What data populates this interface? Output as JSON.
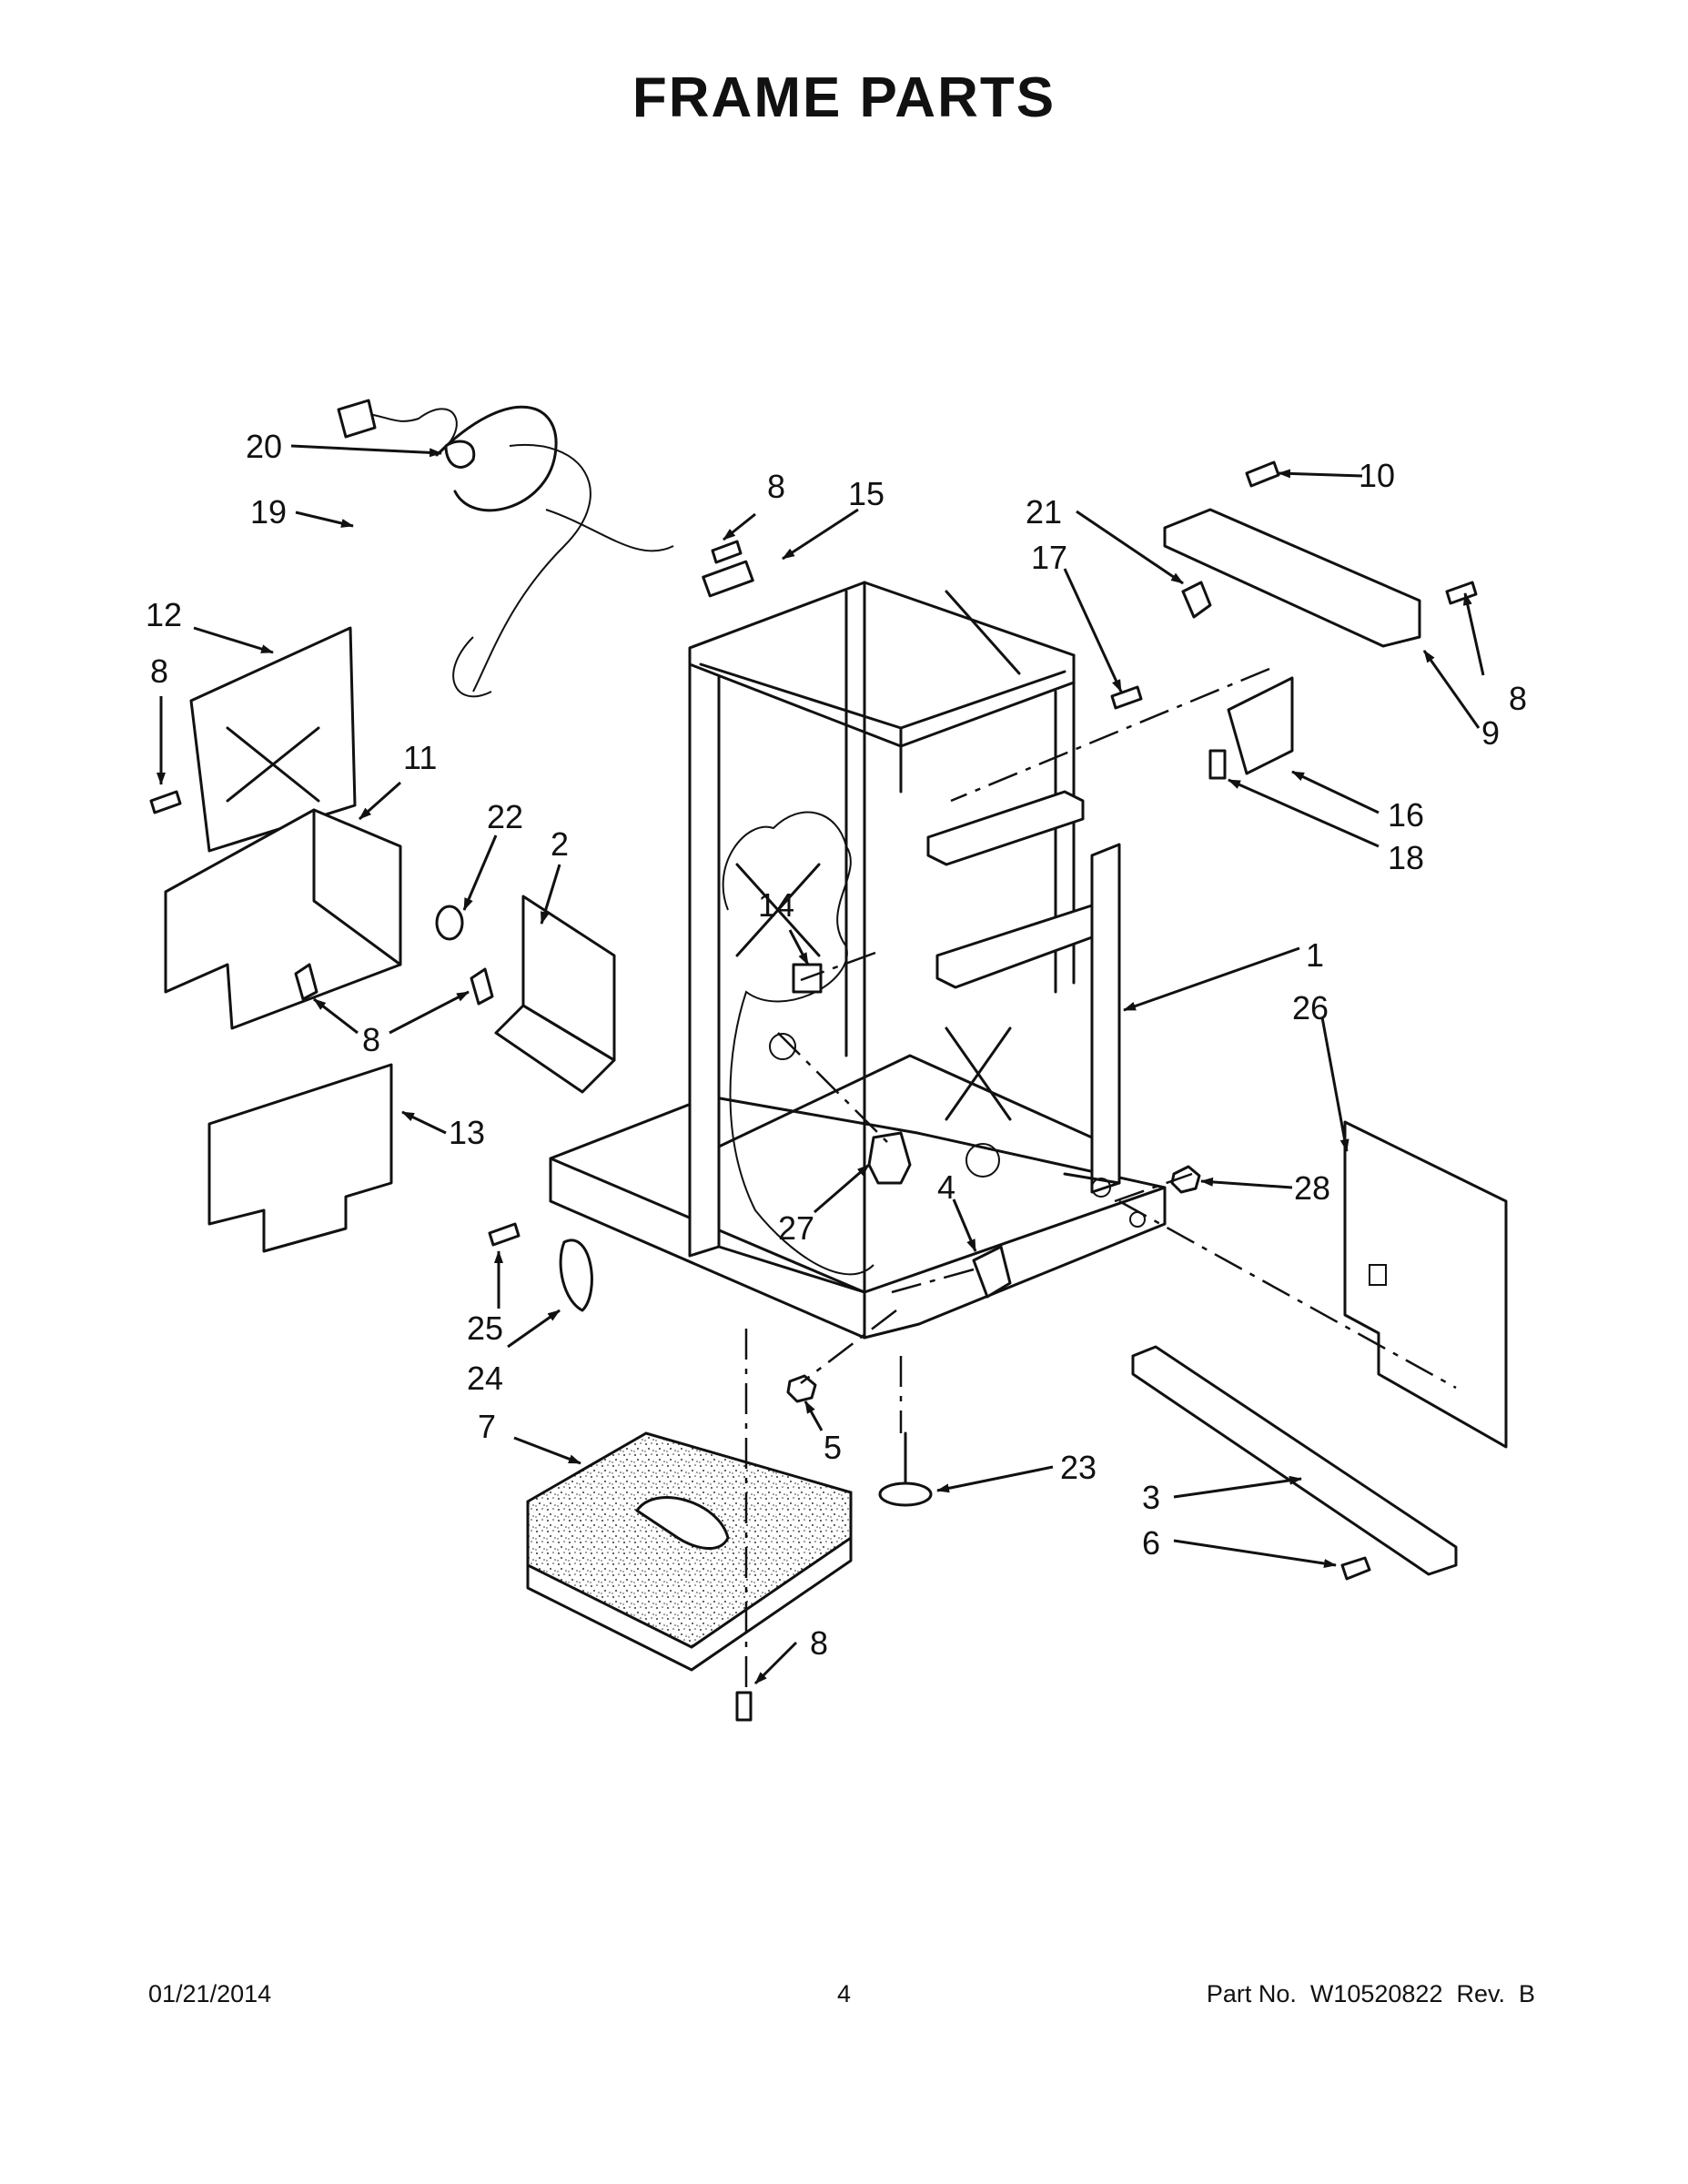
{
  "title": "FRAME PARTS",
  "footer": {
    "date": "01/21/2014",
    "page": "4",
    "part": "Part No.  W10520822  Rev.  B"
  },
  "callouts": [
    "1",
    "2",
    "3",
    "4",
    "5",
    "6",
    "7",
    "8",
    "9",
    "10",
    "11",
    "12",
    "13",
    "14",
    "15",
    "16",
    "17",
    "18",
    "19",
    "20",
    "21",
    "22",
    "23",
    "24",
    "25",
    "26",
    "27",
    "28"
  ]
}
